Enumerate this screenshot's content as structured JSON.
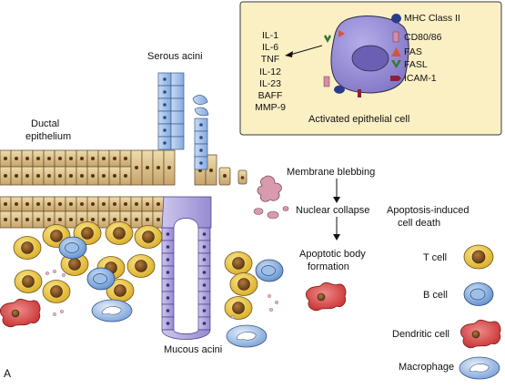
{
  "figure_letter": "A",
  "labels": {
    "serous_acini": "Serous acini",
    "ductal_epithelium_line1": "Ductal",
    "ductal_epithelium_line2": "epithelium",
    "mucous_acini": "Mucous acini",
    "activated_cell": "Activated epithelial cell",
    "membrane_blebbing": "Membrane blebbing",
    "nuclear_collapse": "Nuclear collapse",
    "apoptotic_body_line1": "Apoptotic body",
    "apoptotic_body_line2": "formation",
    "apoptosis_death_line1": "Apoptosis-induced",
    "apoptosis_death_line2": "cell death"
  },
  "cytokines": [
    "IL-1",
    "IL-6",
    "TNF",
    "IL-12",
    "IL-23",
    "BAFF",
    "MMP-9"
  ],
  "surface_markers": [
    {
      "label": "MHC Class II",
      "icon": "mhc-class-ii-icon",
      "color": "#2b3a8c"
    },
    {
      "label": "CD80/86",
      "icon": "cd80-86-icon",
      "color": "#d98aa6"
    },
    {
      "label": "FAS",
      "icon": "fas-icon",
      "color": "#d9533a"
    },
    {
      "label": "FASL",
      "icon": "fasl-icon",
      "color": "#2e7a2e"
    },
    {
      "label": "ICAM-1",
      "icon": "icam-1-icon",
      "color": "#8a1f3c"
    }
  ],
  "cell_legend": [
    {
      "label": "T cell",
      "icon": "t-cell-icon"
    },
    {
      "label": "B cell",
      "icon": "b-cell-icon"
    },
    {
      "label": "Dendritic cell",
      "icon": "dendritic-cell-icon"
    },
    {
      "label": "Macrophage",
      "icon": "macrophage-icon"
    }
  ],
  "colors": {
    "panel_bg": "#fbefc4",
    "epithelial_cell": "#8f86cc",
    "duct_cell": "#d9c08a",
    "serous_cell": "#a9c4ea",
    "mucous_cell": "#b7aedc",
    "t_cell": "#e7c33a",
    "b_cell": "#7fa9d8",
    "dendritic_cell": "#d23a3a",
    "macrophage": "#8fb2e0",
    "bleb": "#d99aae"
  }
}
